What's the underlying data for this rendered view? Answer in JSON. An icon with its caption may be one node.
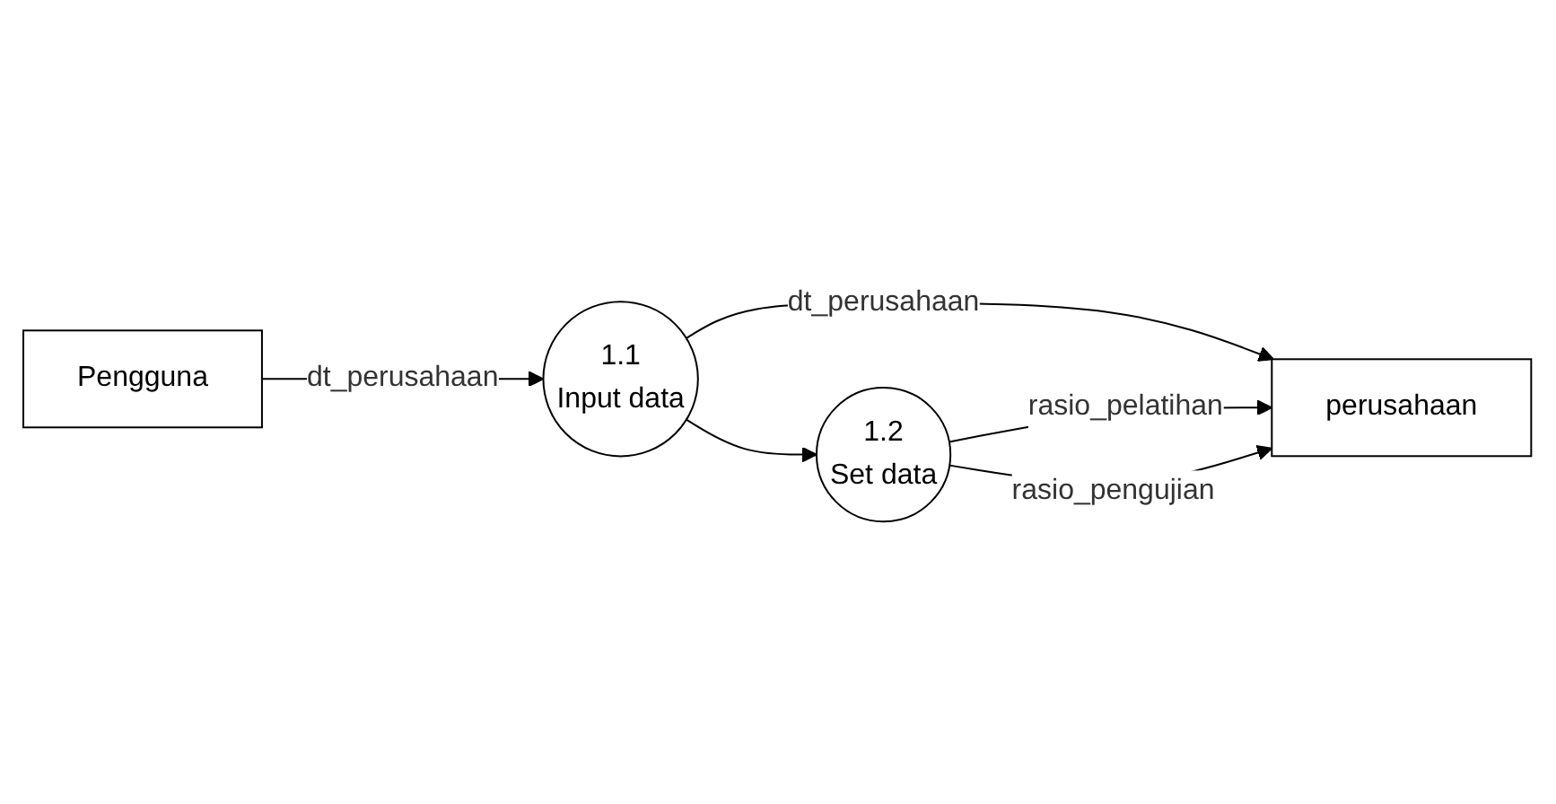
{
  "diagram": {
    "nodes": [
      {
        "text": [
          "Pengguna"
        ]
      },
      {
        "text": [
          "1.1",
          "Input data"
        ]
      },
      {
        "text": [
          "perusahaan"
        ]
      },
      {
        "text": [
          "1.2",
          "Set data"
        ]
      }
    ],
    "edges": [
      {
        "from": 0,
        "to": 1,
        "arrow": "to",
        "label": "dt_perusahaan"
      },
      {
        "from": 1,
        "to": 2,
        "arrow": "to",
        "label": "dt_perusahaan"
      },
      {
        "from": 1,
        "to": 3,
        "arrow": "to"
      },
      {
        "from": 3,
        "to": 2,
        "arrow": "to",
        "label": "rasio_pelatihan"
      },
      {
        "from": 3,
        "to": 2,
        "arrow": "to",
        "label": "rasio_pengujian"
      }
    ]
  }
}
